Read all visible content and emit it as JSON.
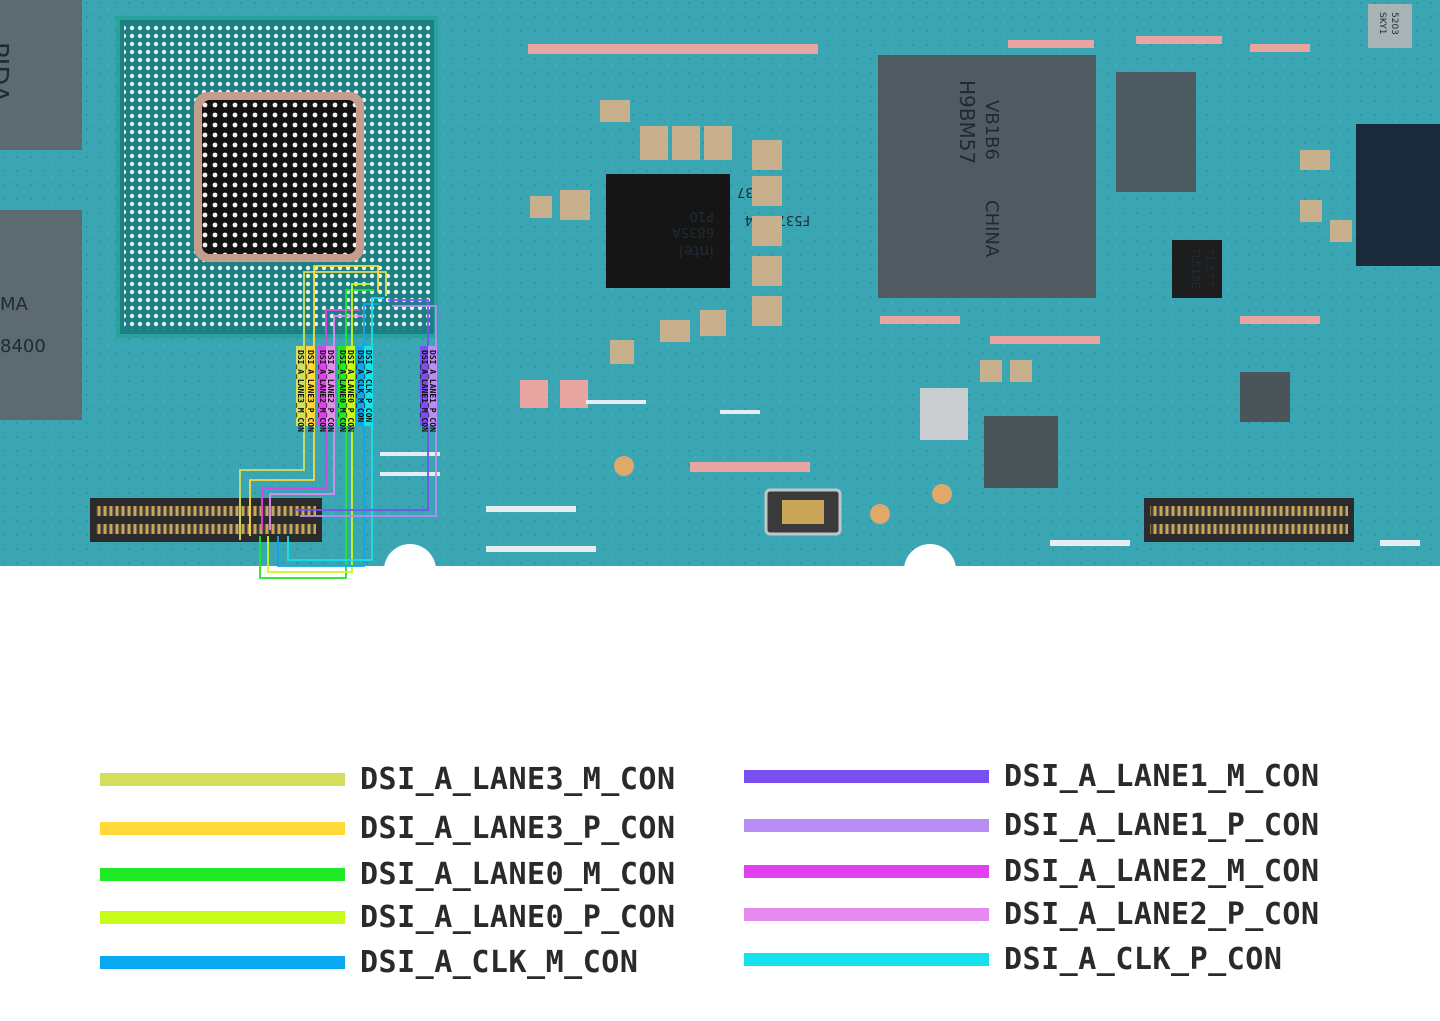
{
  "board": {
    "chip_markings": {
      "soc": [
        "intel",
        "6835A",
        "P10",
        "F5376904",
        "H1537"
      ],
      "memory": [
        "H9BM57",
        "VB1B6",
        "CHINA"
      ],
      "small_ic": [
        "TL518E",
        "T1 577"
      ],
      "corner_ic": [
        "SKY1",
        "5203"
      ],
      "left_top": "PIDA",
      "left_mid": [
        "MA",
        "8400"
      ]
    },
    "net_tags": [
      {
        "label": "DSI_A_LANE3_M_CON",
        "color": "#d4e05a"
      },
      {
        "label": "DSI_A_LANE3_P_CON",
        "color": "#ffd83a"
      },
      {
        "label": "DSI_A_LANE2_M_CON",
        "color": "#e040f0"
      },
      {
        "label": "DSI_A_LANE2_P_CON",
        "color": "#e68aef"
      },
      {
        "label": "DSI_A_LANE0_M_CON",
        "color": "#1fe824"
      },
      {
        "label": "DSI_A_LANE0_P_CON",
        "color": "#c6fb1b"
      },
      {
        "label": "DSI_A_CLK_M_CON",
        "color": "#0aa8f0"
      },
      {
        "label": "DSI_A_CLK_P_CON",
        "color": "#14e1ee"
      },
      {
        "label": "DSI_A_LANE1_M_CON",
        "color": "#7a4ff0"
      },
      {
        "label": "DSI_A_LANE1_P_CON",
        "color": "#b88ef4"
      }
    ]
  },
  "legend": {
    "left": [
      {
        "label": "DSI_A_LANE3_M_CON",
        "color": "#d4de5c"
      },
      {
        "label": "DSI_A_LANE3_P_CON",
        "color": "#ffd83a"
      },
      {
        "label": "DSI_A_LANE0_M_CON",
        "color": "#1fe824"
      },
      {
        "label": "DSI_A_LANE0_P_CON",
        "color": "#c6fb1b"
      },
      {
        "label": "DSI_A_CLK_M_CON",
        "color": "#0aa8f0"
      }
    ],
    "right": [
      {
        "label": "DSI_A_LANE1_M_CON",
        "color": "#7a4ff0"
      },
      {
        "label": "DSI_A_LANE1_P_CON",
        "color": "#b88ef4"
      },
      {
        "label": "DSI_A_LANE2_M_CON",
        "color": "#e040f0"
      },
      {
        "label": "DSI_A_LANE2_P_CON",
        "color": "#e68aef"
      },
      {
        "label": "DSI_A_CLK_P_CON",
        "color": "#14e1ee"
      }
    ]
  }
}
